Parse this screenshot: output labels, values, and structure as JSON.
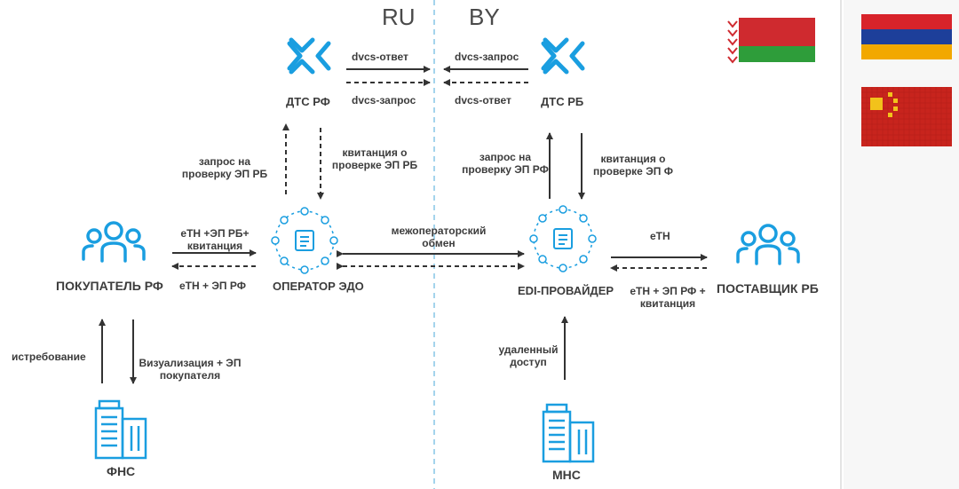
{
  "regions": {
    "left": "RU",
    "right": "BY"
  },
  "nodes": {
    "dts_rf": "ДТС РФ",
    "dts_rb": "ДТС РБ",
    "buyer": "ПОКУПАТЕЛЬ РФ",
    "operator": "ОПЕРАТОР ЭДО",
    "edi": "EDI-ПРОВАЙДЕР",
    "supplier": "ПОСТАВЩИК РБ",
    "fns": "ФНС",
    "mns": "МНС"
  },
  "edges": {
    "dts_rf_out": "dvcs-ответ",
    "dts_rf_in": "dvcs-запрос",
    "dts_rb_out": "dvcs-запрос",
    "dts_rb_in": "dvcs-ответ",
    "op_to_dts_1": "запрос на",
    "op_to_dts_2": "проверку ЭП РБ",
    "dts_to_op_1": "квитанция о",
    "dts_to_op_2": "проверке ЭП РБ",
    "edi_to_dts_1": "запрос на",
    "edi_to_dts_2": "проверку ЭП РФ",
    "dts_to_edi_1": "квитанция о",
    "dts_to_edi_2": "проверке ЭП Ф",
    "buyer_to_op_1": "eТН +ЭП РБ+",
    "buyer_to_op_2": "квитанция",
    "op_to_buyer": "eТН + ЭП РФ",
    "interop_1": "межоператорский",
    "interop_2": "обмен",
    "edi_to_supplier": "eТН",
    "supplier_to_edi_1": "eТН + ЭП РФ +",
    "supplier_to_edi_2": "квитанция",
    "fns_to_buyer": "истребование",
    "buyer_to_fns_1": "Визуализация + ЭП",
    "buyer_to_fns_2": "покупателя",
    "mns_to_edi_1": "удаленный",
    "mns_to_edi_2": "доступ"
  },
  "colors": {
    "accent": "#1a9ee0",
    "text": "#3c3c3c",
    "arrow": "#333333"
  },
  "flags": [
    "belarus-flag",
    "armenia-flag",
    "china-flag"
  ]
}
